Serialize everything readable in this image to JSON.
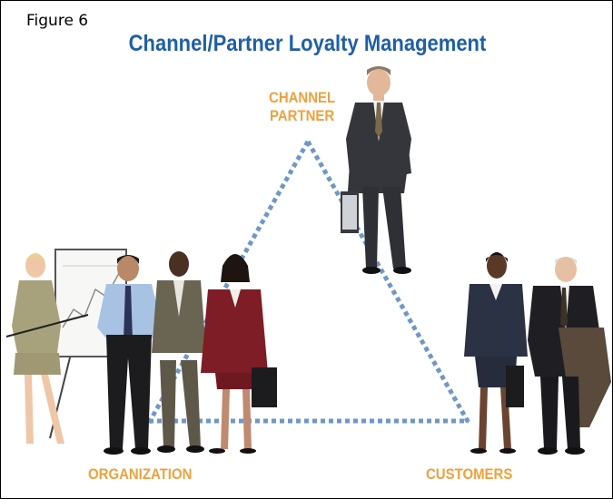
{
  "figure_label": "Figure 6",
  "title": "Channel/Partner Loyalty Management",
  "nodes": {
    "channel_partner": [
      "CHANNEL",
      "PARTNER"
    ],
    "organization": "ORGANIZATION",
    "customers": "CUSTOMERS"
  },
  "colors": {
    "title": "#1f5fa6",
    "labels": "#f0a13c",
    "triangle": "#6f97c9"
  },
  "icons": [
    "channel-partner-person-icon",
    "organization-group-icon",
    "customers-group-icon",
    "flip-chart-icon"
  ]
}
